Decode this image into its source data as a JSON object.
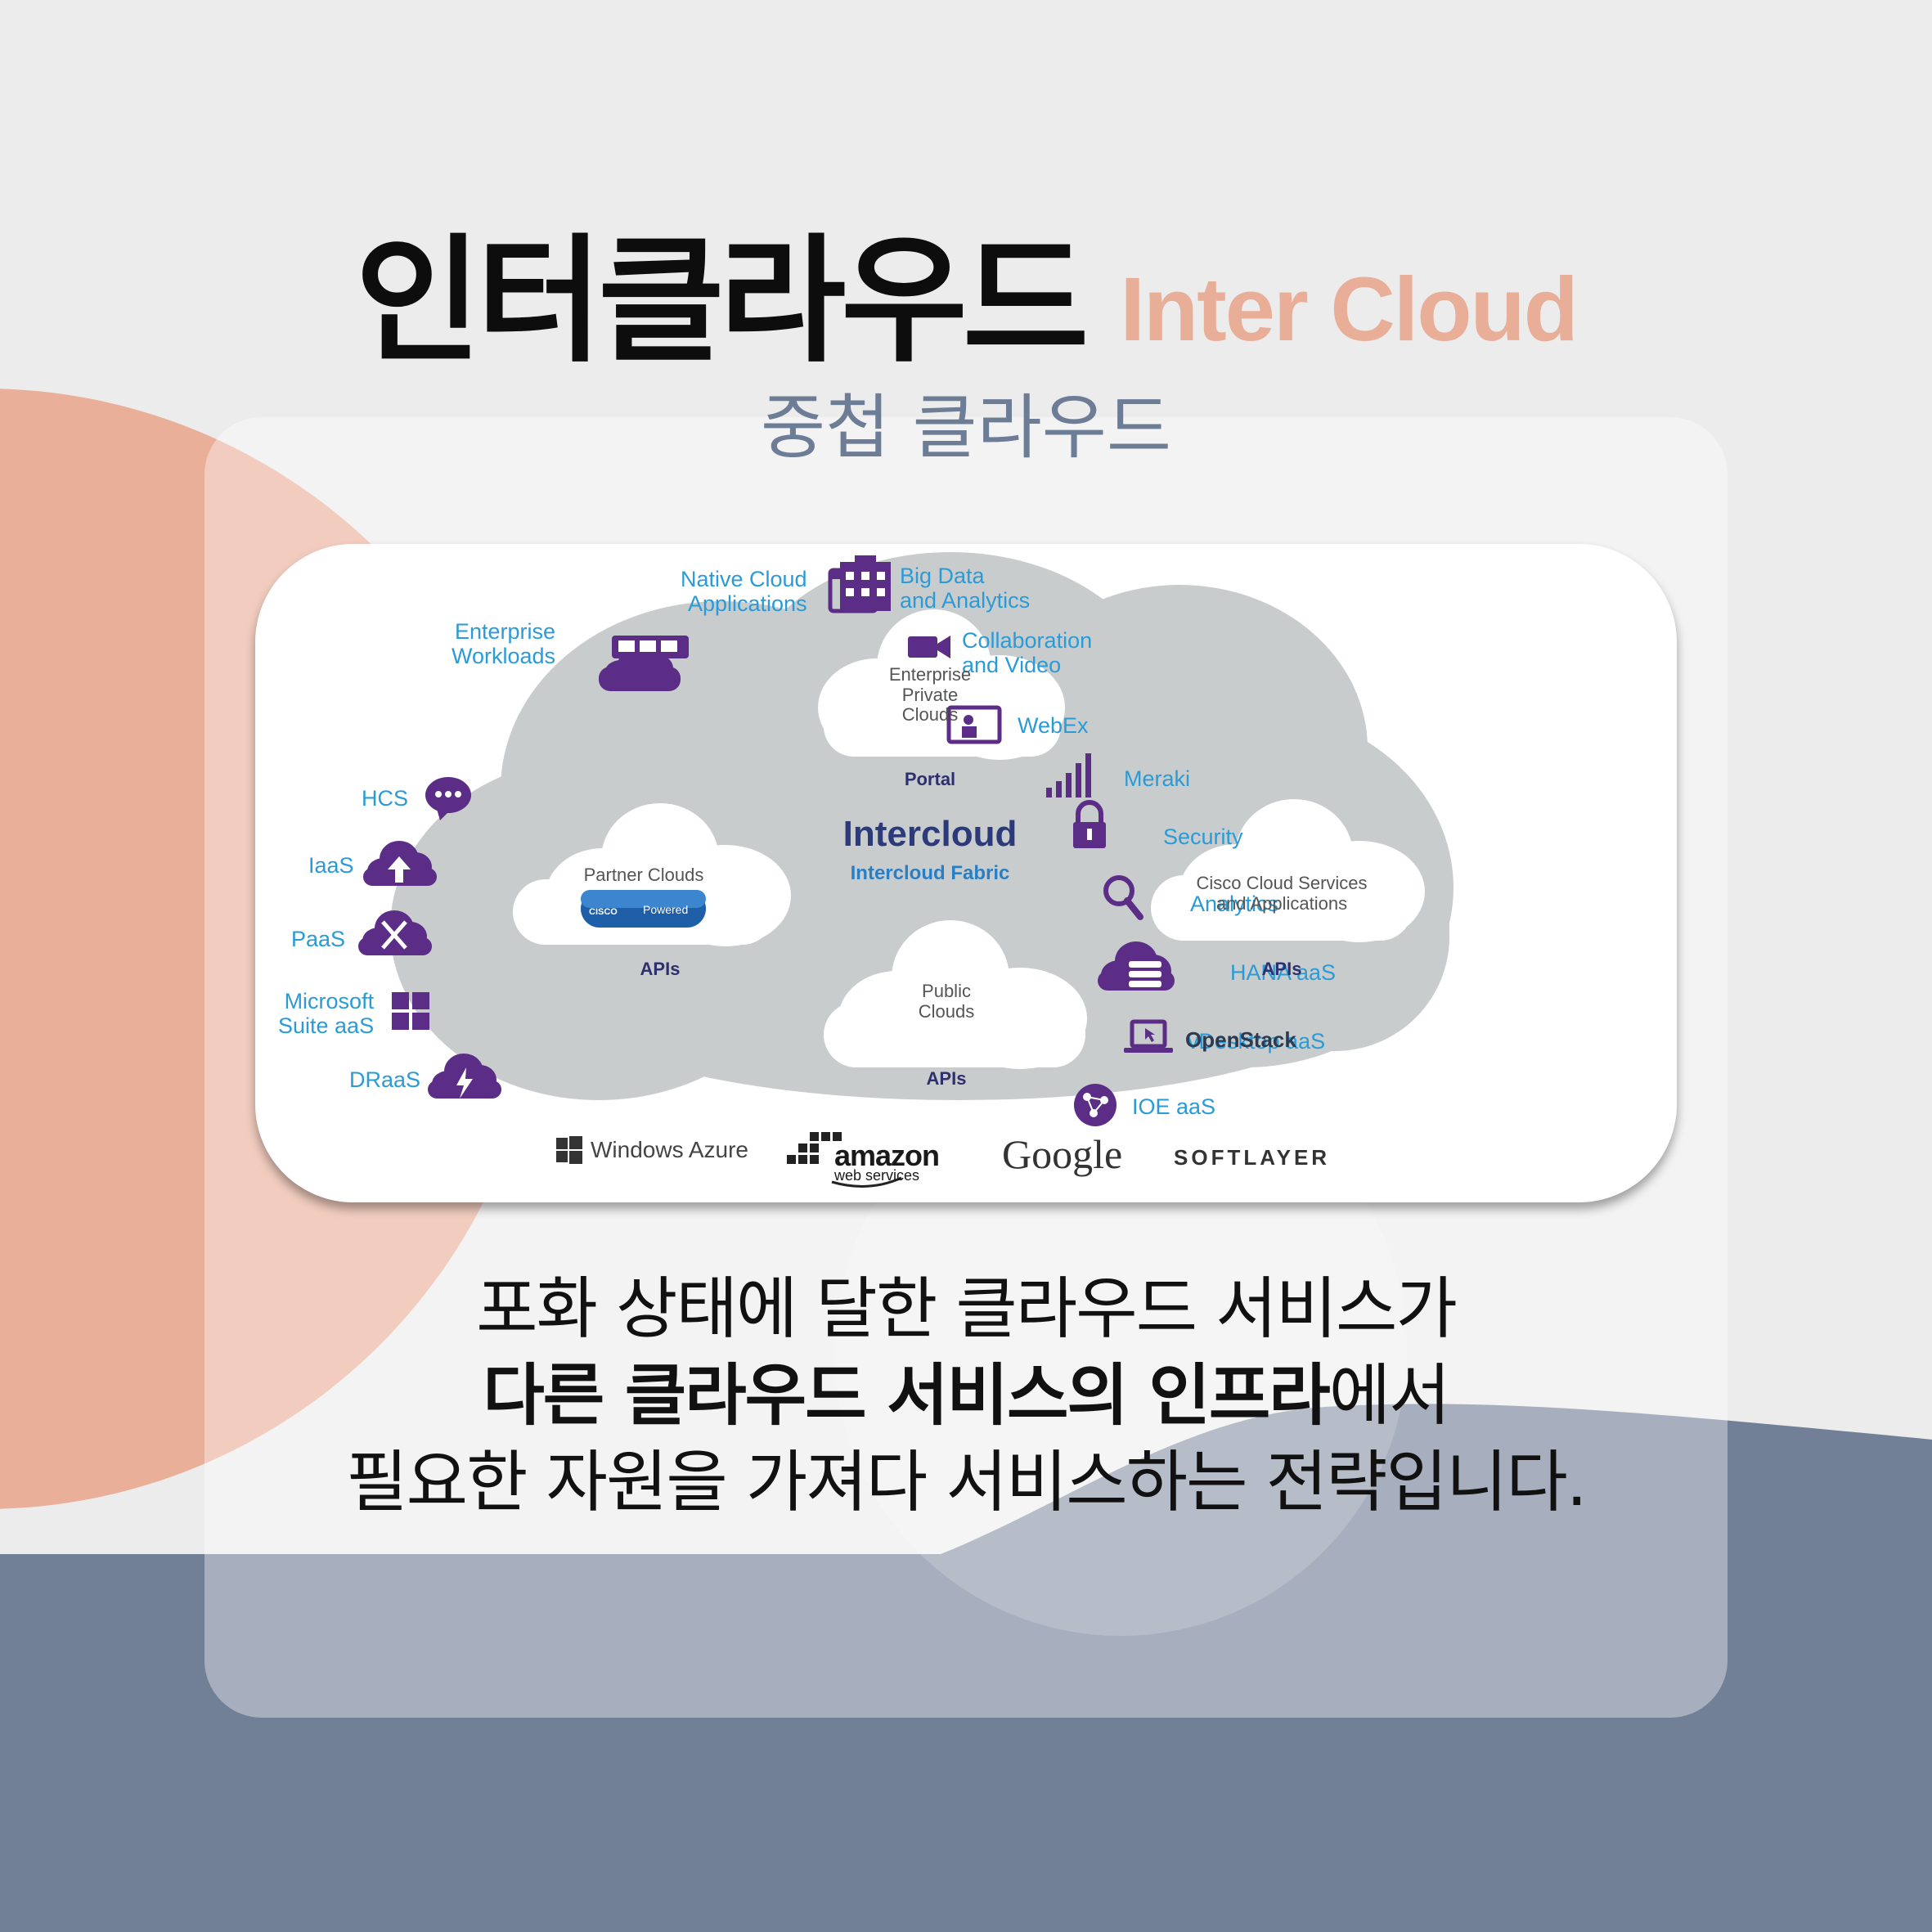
{
  "title": {
    "korean": "인터클라우드",
    "english": "Inter Cloud"
  },
  "subtitle": "중첩 클라우드",
  "diagram": {
    "center_title": "Intercloud",
    "center_sub": "Intercloud Fabric",
    "clouds": {
      "enterprise_private": "Enterprise\nPrivate\nClouds",
      "partner": "Partner Clouds",
      "cisco_services": "Cisco Cloud Services\nand Applications",
      "public": "Public\nClouds"
    },
    "badge": {
      "brand": "CISCO",
      "text": "Powered"
    },
    "portal": "Portal",
    "apis": "APIs",
    "openstack": "OpenStack",
    "left_services": {
      "enterprise_workloads": "Enterprise\nWorkloads",
      "native_cloud": "Native Cloud\nApplications",
      "hcs": "HCS",
      "iaas": "IaaS",
      "paas": "PaaS",
      "microsoft": "Microsoft\nSuite aaS",
      "draas": "DRaaS"
    },
    "right_services": {
      "big_data": "Big Data\nand Analytics",
      "collab": "Collaboration\nand Video",
      "webex": "WebEx",
      "meraki": "Meraki",
      "security": "Security",
      "analytics": "Analytics",
      "hana": "HANA aaS",
      "vdesktop": "vDesktop aaS",
      "ioe": "IOE aaS"
    },
    "providers": {
      "azure": "Windows Azure",
      "amazon": "amazon",
      "amazon_sub": "web services",
      "google": "Google",
      "softlayer": "SOFTLAYER"
    }
  },
  "caption": {
    "line1": "포화 상태에 달한 클라우드 서비스가",
    "line2_bold": "다른 클라우드 서비스의 인프라",
    "line2_rest": "에서",
    "line3": "필요한 자원을 가져다 서비스하는 전략입니다."
  },
  "colors": {
    "salmon": "#e9ae98",
    "slate": "#717f97",
    "purple": "#5b2d86",
    "blue_text": "#2a9bd6",
    "navy": "#2d2f6e",
    "cloud_gray": "#c9cccd"
  }
}
